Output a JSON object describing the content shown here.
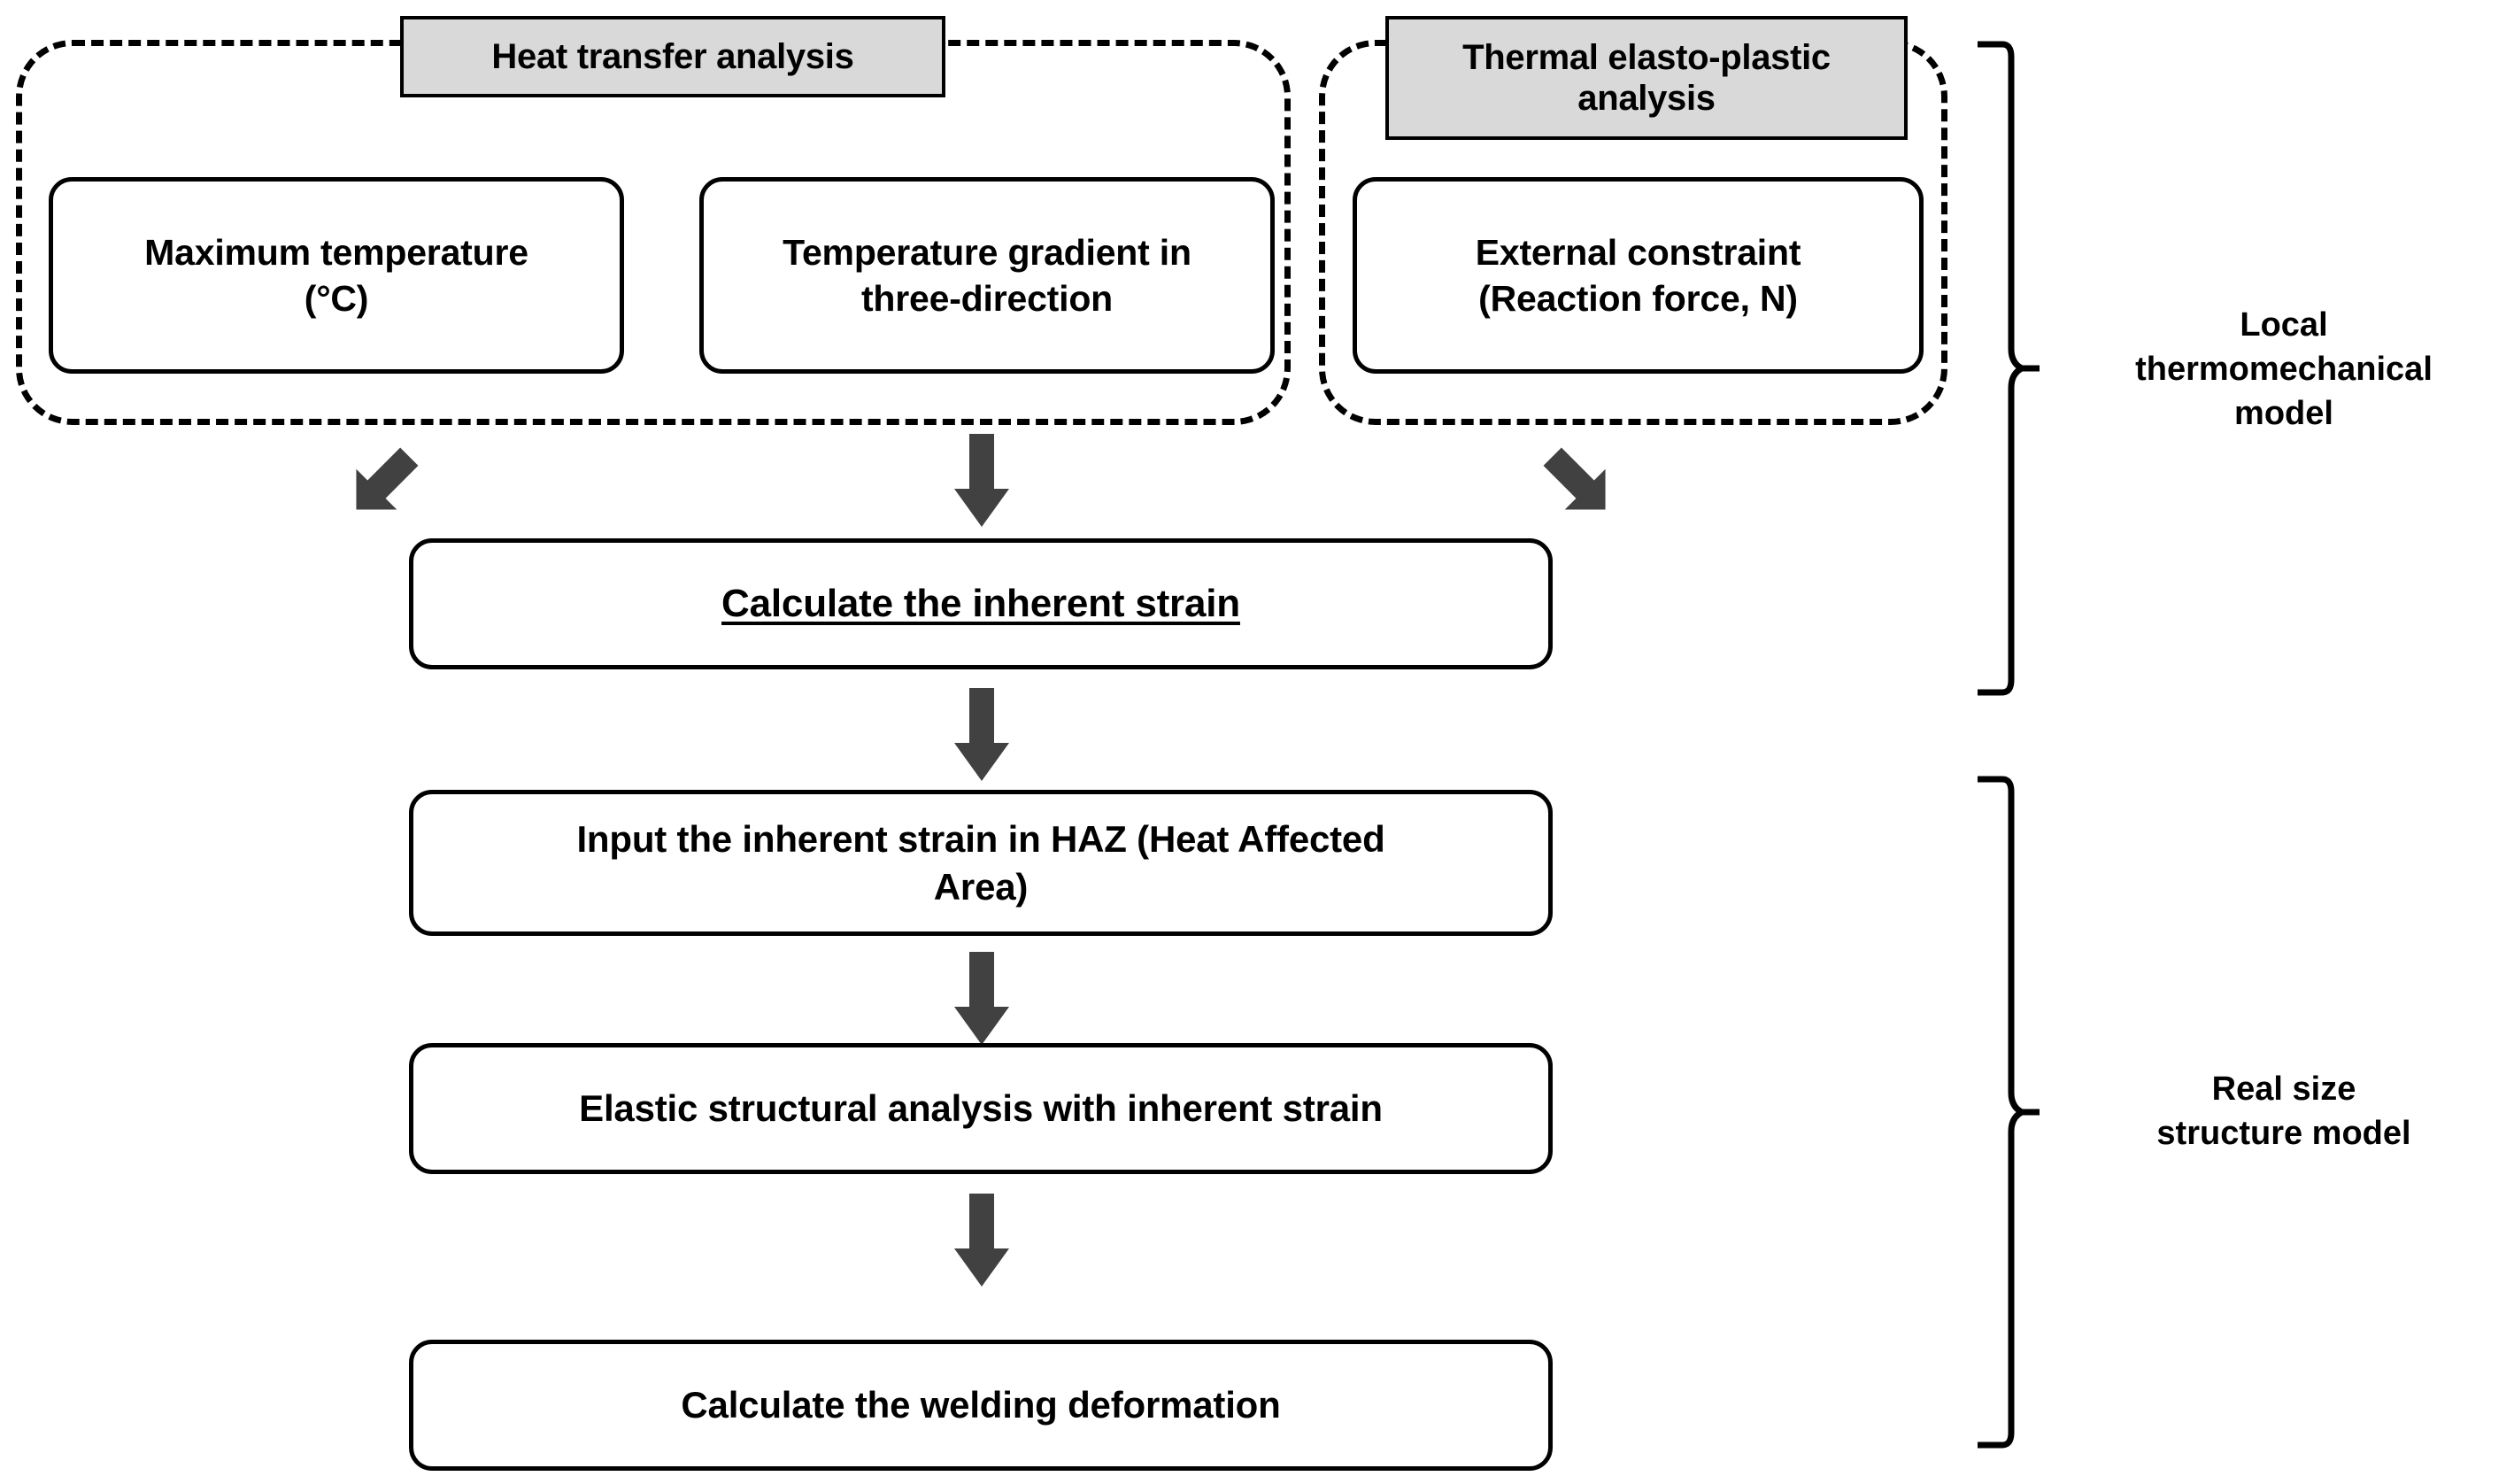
{
  "diagram": {
    "title": "Inherent strain welding deformation analysis flowchart",
    "colors": {
      "header_fill": "#d9d9d9",
      "stroke": "#000000",
      "arrow_fill": "#414141",
      "background": "#ffffff"
    },
    "groups": [
      {
        "id": "heat-transfer-group",
        "header": "Heat transfer analysis"
      },
      {
        "id": "thermal-elasto-plastic-group",
        "header": "Thermal elasto-plastic\nanalysis"
      }
    ],
    "headers": {
      "heat_transfer": "Heat transfer analysis",
      "thermal_elasto_plastic_line1": "Thermal elasto-plastic",
      "thermal_elasto_plastic_line2": "analysis"
    },
    "inputs": [
      {
        "id": "max-temperature",
        "line1": "Maximum temperature",
        "line2": "(°C)"
      },
      {
        "id": "temperature-gradient",
        "line1": "Temperature gradient in",
        "line2": "three-direction"
      },
      {
        "id": "external-constraint",
        "line1": "External constraint",
        "line2": "(Reaction force, N)"
      }
    ],
    "steps": [
      {
        "id": "calculate-inherent-strain",
        "line1": "Calculate the inherent strain",
        "line2": "",
        "underlined": true
      },
      {
        "id": "input-inherent-strain-haz",
        "line1": "Input the inherent strain in HAZ (Heat Affected",
        "line2": "Area)",
        "underlined": false
      },
      {
        "id": "elastic-structural-analysis",
        "line1": "Elastic structural analysis with inherent strain",
        "line2": "",
        "underlined": false
      },
      {
        "id": "calculate-welding-deformation",
        "line1": "Calculate the welding deformation",
        "line2": "",
        "underlined": false
      }
    ],
    "arrows": [
      {
        "id": "arrow-left-diagonal",
        "direction": "down-right"
      },
      {
        "id": "arrow-center-vertical-1",
        "direction": "down"
      },
      {
        "id": "arrow-right-diagonal",
        "direction": "down-left"
      },
      {
        "id": "arrow-center-vertical-2",
        "direction": "down"
      },
      {
        "id": "arrow-center-vertical-3",
        "direction": "down"
      },
      {
        "id": "arrow-center-vertical-4",
        "direction": "down"
      }
    ],
    "side_labels": [
      {
        "id": "local-thermomechanical-model",
        "line1": "Local",
        "line2": "thermomechanical",
        "line3": "model"
      },
      {
        "id": "real-size-structure-model",
        "line1": "Real size",
        "line2": "structure model",
        "line3": ""
      }
    ]
  }
}
